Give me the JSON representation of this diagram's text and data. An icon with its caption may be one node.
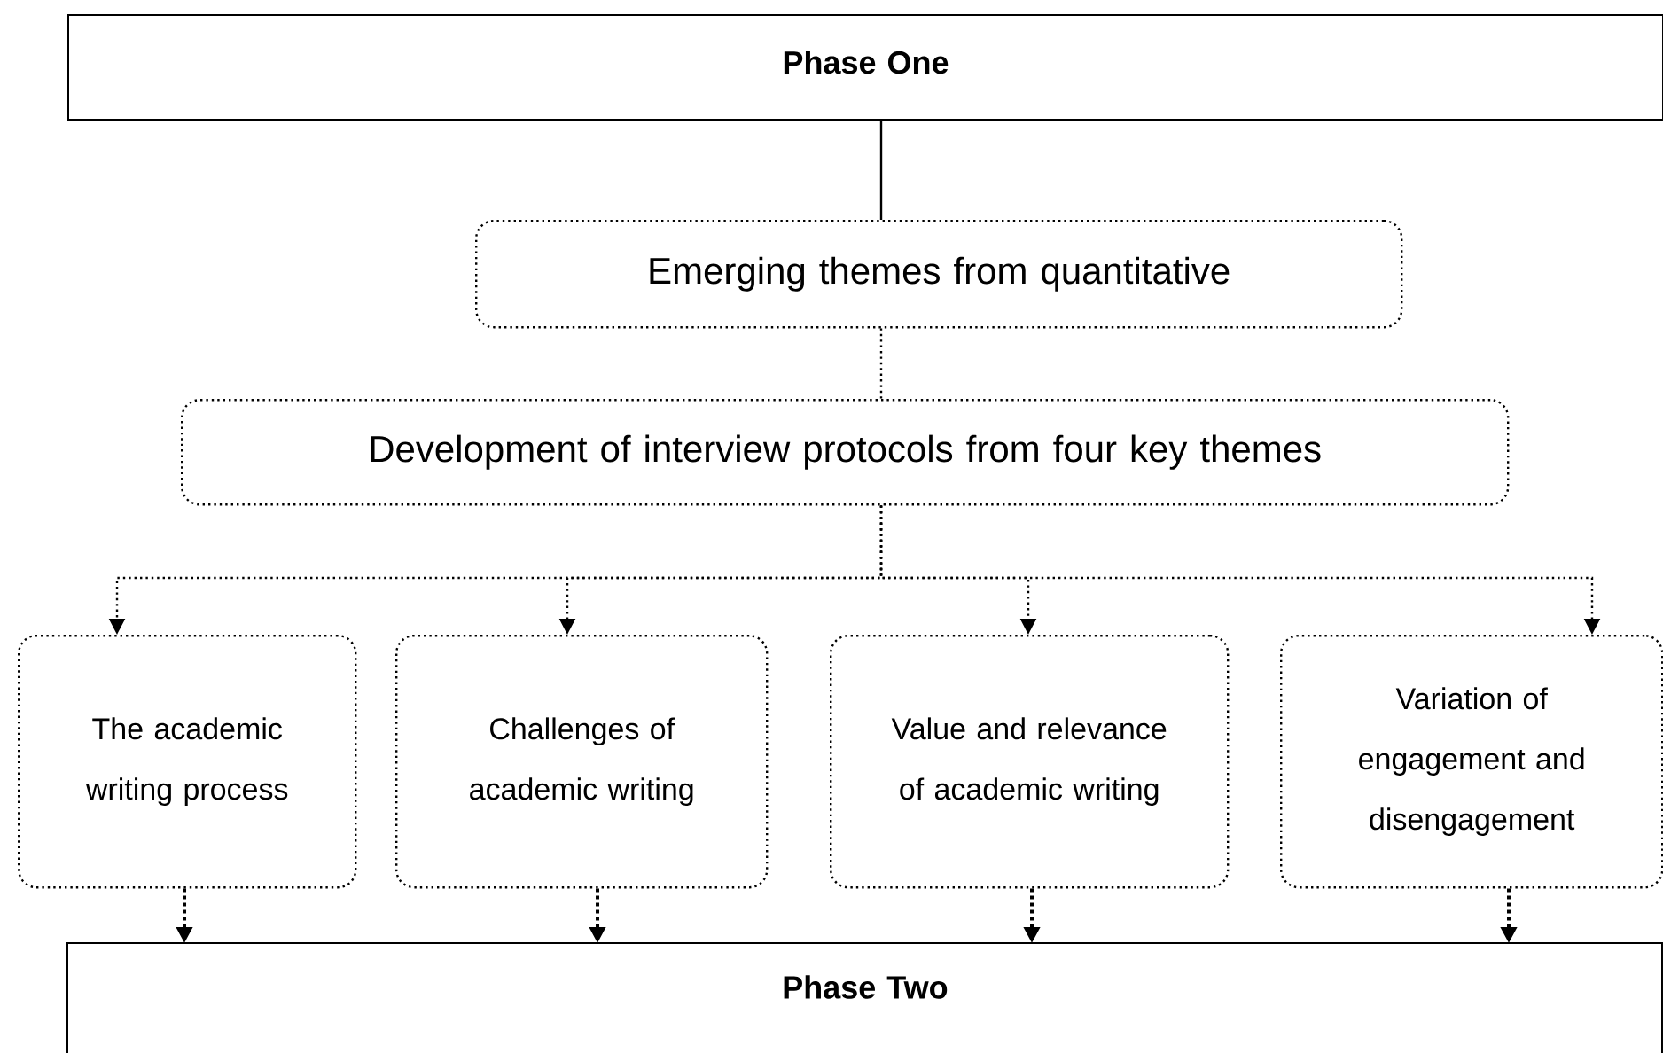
{
  "diagram": {
    "nodes": [
      {
        "text": [
          "Phase One"
        ]
      },
      {
        "text": [
          "Emerging themes from quantitative"
        ]
      },
      {
        "text": [
          "Development of interview protocols from four key themes"
        ]
      },
      {
        "text": [
          "The academic writing process"
        ]
      },
      {
        "text": [
          "Challenges of academic writing"
        ]
      },
      {
        "text": [
          "Value and relevance of academic writing"
        ]
      },
      {
        "text": [
          "Variation of engagement and disengagement"
        ]
      },
      {
        "text": [
          "Phase Two"
        ]
      }
    ],
    "edges": [
      {
        "from": 0,
        "to": 1,
        "arrow": "none"
      },
      {
        "from": 1,
        "to": 2,
        "arrow": "none",
        "style": "dashed"
      },
      {
        "from": 2,
        "to": 3,
        "arrow": "to",
        "style": "dashed"
      },
      {
        "from": 2,
        "to": 4,
        "arrow": "to",
        "style": "dashed"
      },
      {
        "from": 2,
        "to": 5,
        "arrow": "to",
        "style": "dashed"
      },
      {
        "from": 2,
        "to": 6,
        "arrow": "to",
        "style": "dashed"
      },
      {
        "from": 3,
        "to": 7,
        "arrow": "to",
        "style": "dashed"
      },
      {
        "from": 4,
        "to": 7,
        "arrow": "to",
        "style": "dashed"
      },
      {
        "from": 5,
        "to": 7,
        "arrow": "to",
        "style": "dashed"
      },
      {
        "from": 6,
        "to": 7,
        "arrow": "to",
        "style": "dashed"
      }
    ]
  }
}
